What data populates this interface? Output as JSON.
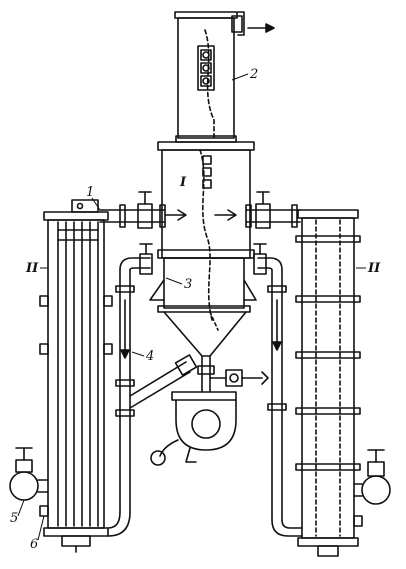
{
  "labels": {
    "apparatus": "I",
    "exchanger_left": "II",
    "exchanger_right": "II",
    "n1": "1",
    "n2": "2",
    "n3": "3",
    "n4": "4",
    "n5": "5",
    "n6": "6"
  },
  "colors": {
    "ink": "#111111",
    "paper": "#ffffff"
  },
  "icons": {
    "outlet_arrow": "arrow-right-icon"
  }
}
